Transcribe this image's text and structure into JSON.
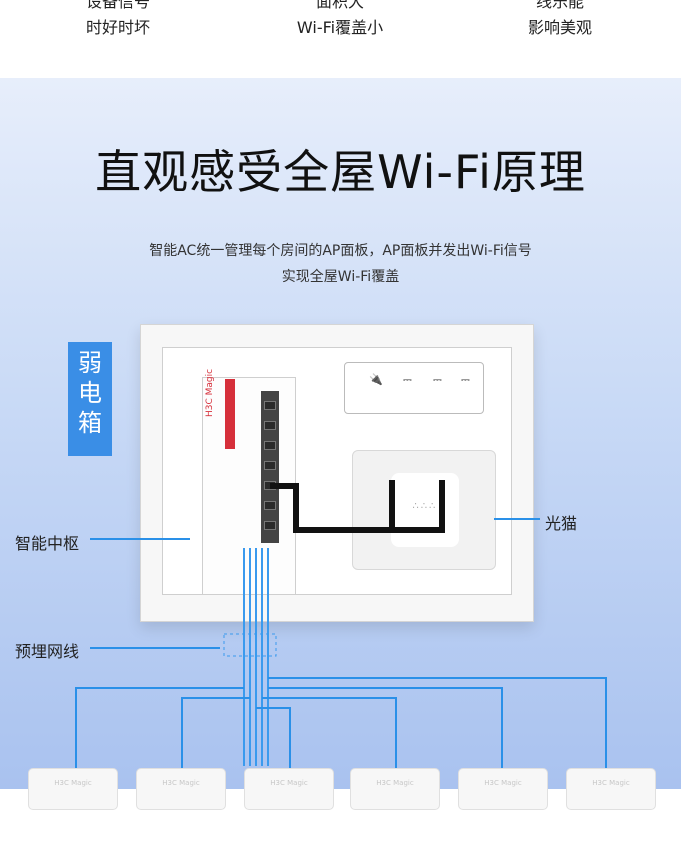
{
  "top_features": [
    {
      "line1": "设备信号",
      "line2": "时好时坏"
    },
    {
      "line1": "面积大",
      "line2": "Wi-Fi覆盖小"
    },
    {
      "line1": "线乐能",
      "line2": "影响美观"
    }
  ],
  "hero": {
    "title": "直观感受全屋Wi-Fi原理",
    "subtitle_line1": "智能AC统一管理每个房间的AP面板，AP面板并发出Wi-Fi信号",
    "subtitle_line2": "实现全屋Wi-Fi覆盖"
  },
  "labels": {
    "box": "弱电箱",
    "hub": "智能中枢",
    "modem": "光猫",
    "cables": "预埋网线",
    "brand": "H3C Magic"
  },
  "socket_glyphs": [
    "🔌",
    "⎓",
    "⎓",
    "⎓"
  ],
  "ap_count": 6,
  "colors": {
    "accent": "#2a90e8",
    "label_bg": "#3a8ee6",
    "brand_red": "#d6303b"
  }
}
